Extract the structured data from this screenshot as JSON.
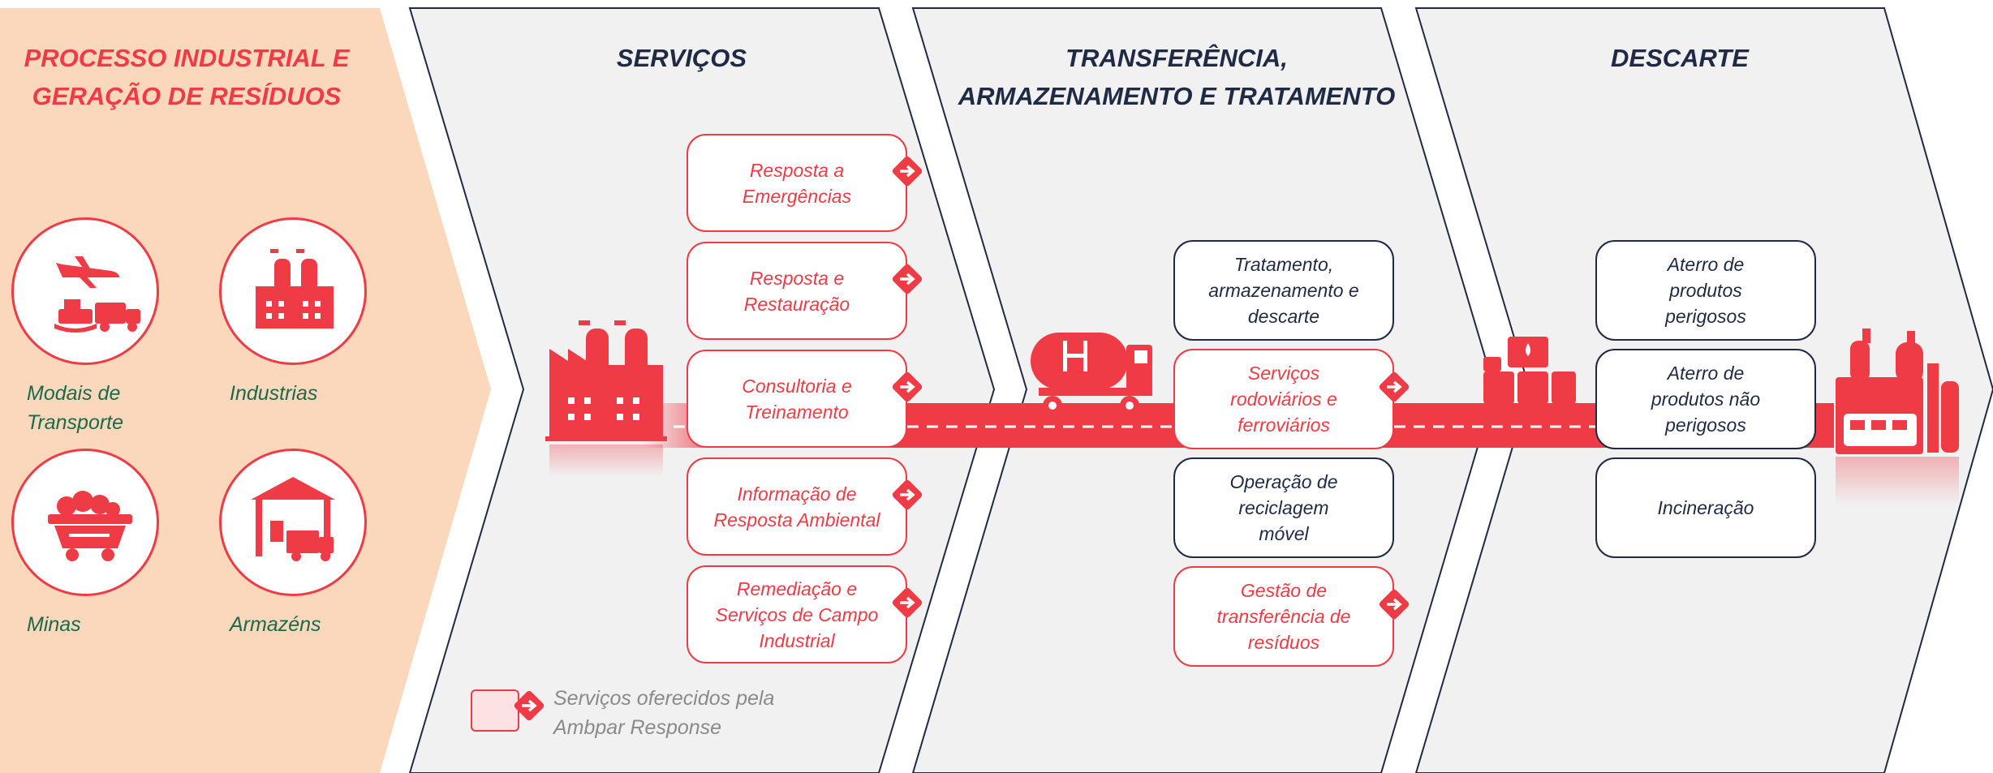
{
  "colors": {
    "accent": "#ef3b45",
    "navy": "#1f2a44",
    "green": "#1b6b4a",
    "peach": "#fbd7bb",
    "panel": "#f1f1f2"
  },
  "left": {
    "title_line1": "PROCESSO INDUSTRIAL E",
    "title_line2": "GERAÇÃO DE RESÍDUOS",
    "categories": [
      {
        "label_line1": "Modais de",
        "label_line2": "Transporte",
        "icon": "transport-icon"
      },
      {
        "label_line1": "Industrias",
        "label_line2": "",
        "icon": "factory-icon"
      },
      {
        "label_line1": "Minas",
        "label_line2": "",
        "icon": "mine-cart-icon"
      },
      {
        "label_line1": "Armazéns",
        "label_line2": "",
        "icon": "warehouse-icon"
      }
    ]
  },
  "stages": [
    {
      "title_line1": "SERVIÇOS",
      "title_line2": ""
    },
    {
      "title_line1": "TRANSFERÊNCIA,",
      "title_line2": "ARMAZENAMENTO E TRATAMENTO"
    },
    {
      "title_line1": "DESCARTE",
      "title_line2": ""
    }
  ],
  "services": [
    {
      "line1": "Resposta a",
      "line2": "Emergências",
      "line3": "",
      "offered": true
    },
    {
      "line1": "Resposta e",
      "line2": "Restauração",
      "line3": "",
      "offered": true
    },
    {
      "line1": "Consultoria e",
      "line2": "Treinamento",
      "line3": "",
      "offered": true
    },
    {
      "line1": "Informação de",
      "line2": "Resposta Ambiental",
      "line3": "",
      "offered": true
    },
    {
      "line1": "Remediação e",
      "line2": "Serviços de Campo",
      "line3": "Industrial",
      "offered": true
    }
  ],
  "transfer": [
    {
      "line1": "Tratamento,",
      "line2": "armazenamento e",
      "line3": "descarte",
      "offered": false
    },
    {
      "line1": "Serviços",
      "line2": "rodoviários e",
      "line3": "ferroviários",
      "offered": true
    },
    {
      "line1": "Operação de",
      "line2": "reciclagem",
      "line3": "móvel",
      "offered": false
    },
    {
      "line1": "Gestão de",
      "line2": "transferência de",
      "line3": "resíduos",
      "offered": true
    }
  ],
  "disposal": [
    {
      "line1": "Aterro de",
      "line2": "produtos",
      "line3": "perigosos",
      "offered": false
    },
    {
      "line1": "Aterro de",
      "line2": "produtos não",
      "line3": "perigosos",
      "offered": false
    },
    {
      "line1": "Incineração",
      "line2": "",
      "line3": "",
      "offered": false
    }
  ],
  "stage_icons": [
    "factory-icon",
    "tanker-truck-icon",
    "barrels-icon",
    "refinery-icon"
  ],
  "legend": {
    "line1": "Serviços oferecidos pela",
    "line2": "Ambpar Response"
  }
}
